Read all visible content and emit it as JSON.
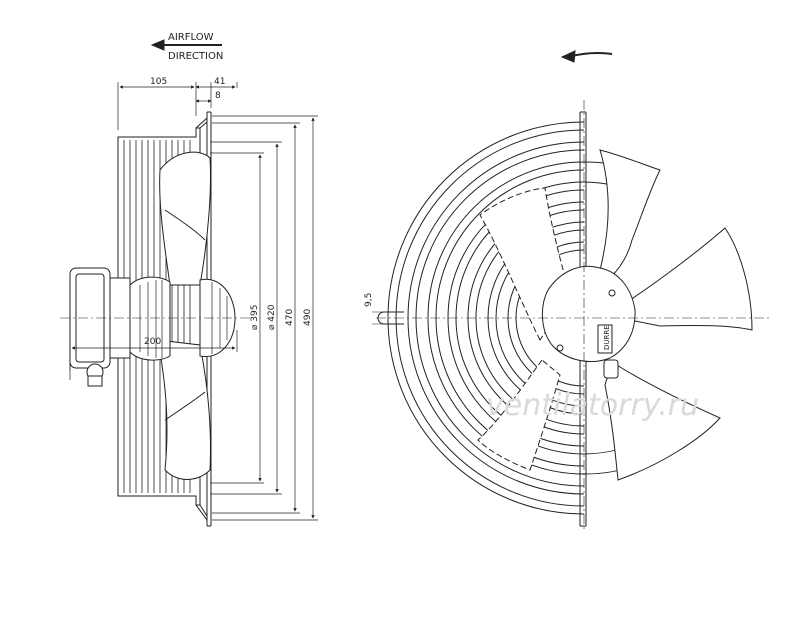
{
  "airflow": {
    "line1": "AIRFLOW",
    "line2": "DIRECTION"
  },
  "dimensions": {
    "d105": "105",
    "d41": "41",
    "d8": "8",
    "d200": "200",
    "d395": "⌀ 395",
    "d420": "⌀ 420",
    "d470": "470",
    "d490": "490",
    "d95": "9,5"
  },
  "watermark": "ventilatorry.ru",
  "label_badge": "DURRE",
  "colors": {
    "line": "#222222",
    "watermark": "#d9d9d9",
    "background": "#ffffff"
  }
}
